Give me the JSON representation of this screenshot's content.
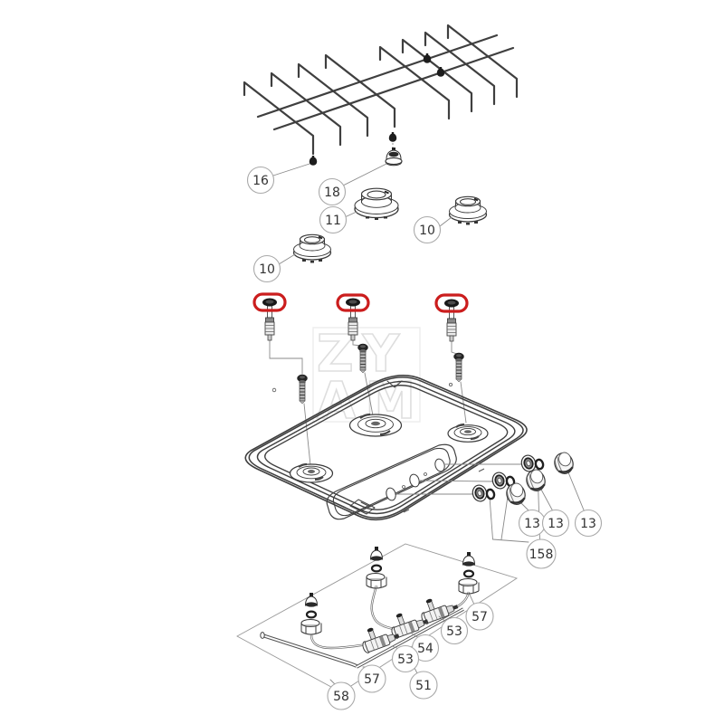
{
  "diagram": {
    "type": "exploded-parts-diagram",
    "subject": "3-burner gas hob / cooktop",
    "watermark": {
      "line1": "ZY",
      "line2": "AM"
    },
    "colors": {
      "line": "#3f3f3f",
      "leader": "#8a8a8a",
      "highlight": "#cb1d1d",
      "callout_stroke": "#a9a9a9",
      "text": "#333333",
      "background": "#ffffff"
    },
    "highlights": {
      "count": 3,
      "shape": "red-rounded-ring",
      "marked": "electrode-tip"
    },
    "callouts": [
      {
        "label": "16"
      },
      {
        "label": "18"
      },
      {
        "label": "11"
      },
      {
        "label": "10"
      },
      {
        "label": "10"
      },
      {
        "label": "13"
      },
      {
        "label": "13"
      },
      {
        "label": "13"
      },
      {
        "label": "158"
      },
      {
        "label": "57"
      },
      {
        "label": "53"
      },
      {
        "label": "54"
      },
      {
        "label": "53"
      },
      {
        "label": "51"
      },
      {
        "label": "57"
      },
      {
        "label": "58"
      }
    ]
  }
}
